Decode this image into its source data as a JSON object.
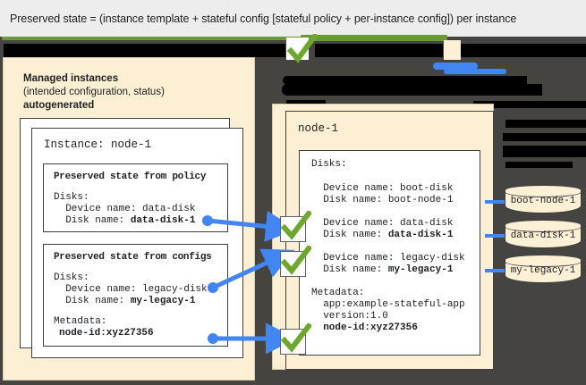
{
  "caption": {
    "text": "Preserved state = (instance template + stateful config [stateful policy + per-instance config]) per instance"
  },
  "colors": {
    "cream_panel": "#fdefd3",
    "dark_background": "#454440",
    "redaction": "#000000",
    "accent_blue": "#4285f4",
    "check_green": "#6fa62e",
    "page_background": "#ededed",
    "card_white": "#ffffff",
    "border_dark": "#3c4043"
  },
  "left_panel": {
    "title": "Managed instances",
    "subtitle": "(intended configuration, status)",
    "tag": "autogenerated",
    "instance_card": {
      "heading": "Instance: node-1",
      "policy_card": {
        "title": "Preserved state from policy",
        "lines": [
          "Disks:",
          "  Device name: data-disk",
          "  Disk name: "
        ],
        "disk_name_value": "data-disk-1"
      },
      "configs_card": {
        "title": "Preserved state from configs",
        "lines": [
          "Disks:",
          "  Device name: legacy-disk",
          "  Disk name: "
        ],
        "disk_name_value": "my-legacy-1",
        "metadata_label": "Metadata:",
        "metadata_value": "node-id:xyz27356"
      }
    }
  },
  "right_panel": {
    "heading": "node-1",
    "disks_label": "Disks:",
    "entries": [
      {
        "device": "  Device name: boot-disk",
        "disk_prefix": "  Disk name: ",
        "disk_value": "boot-node-1",
        "disk_bold": false,
        "checked": false
      },
      {
        "device": "  Device name: data-disk",
        "disk_prefix": "  Disk name: ",
        "disk_value": "data-disk-1",
        "disk_bold": true,
        "checked": true
      },
      {
        "device": "  Device name: legacy-disk",
        "disk_prefix": "  Disk name: ",
        "disk_value": "my-legacy-1",
        "disk_bold": true,
        "checked": true
      }
    ],
    "metadata_label": "Metadata:",
    "metadata_lines": [
      {
        "text": "  app:example-stateful-app",
        "bold": false
      },
      {
        "text": "  version:1.0",
        "bold": false
      },
      {
        "text": "  node-id:xyz27356",
        "bold": true
      }
    ]
  },
  "disks": [
    {
      "label": "boot-node-1"
    },
    {
      "label": "data-disk-1"
    },
    {
      "label": "my-legacy-1"
    }
  ],
  "icons": {
    "check": "check-icon",
    "arrow": "arrow-right-icon",
    "disk": "disk-cylinder-icon"
  }
}
